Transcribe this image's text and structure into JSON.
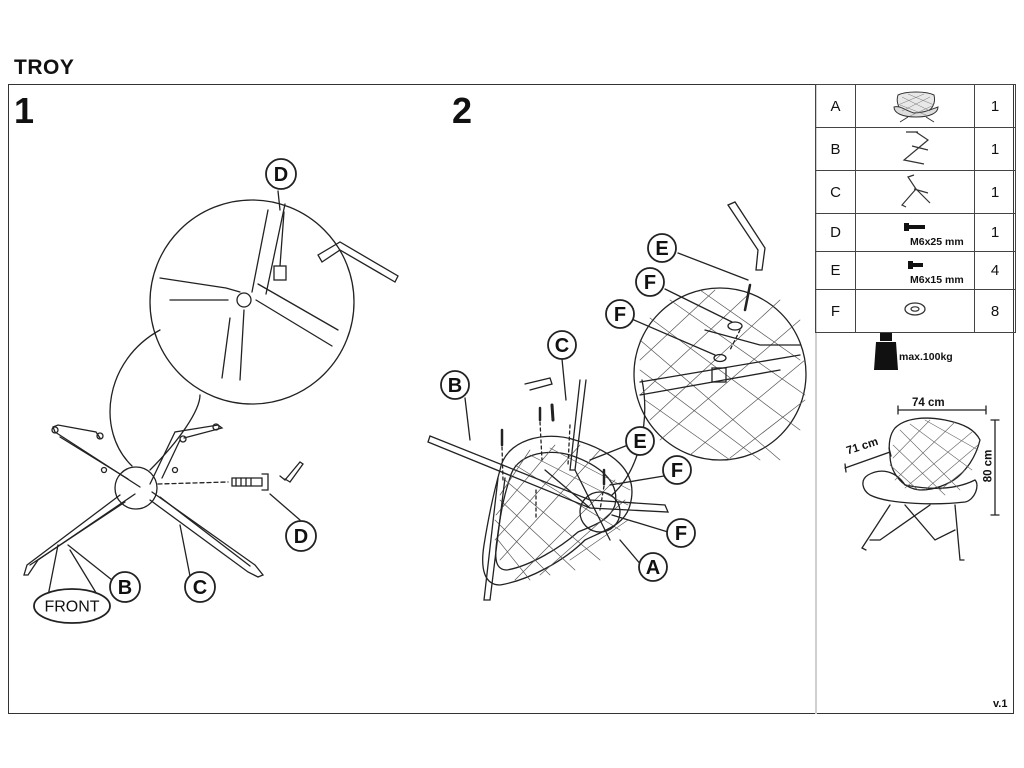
{
  "title": "TROY",
  "steps": {
    "one": "1",
    "two": "2"
  },
  "callouts": {
    "step1": {
      "d_top": "D",
      "d_bottom": "D",
      "b": "B",
      "c": "C",
      "front": "FRONT"
    },
    "step2": {
      "e_top": "E",
      "f_top1": "F",
      "f_top2": "F",
      "b": "B",
      "c": "C",
      "e_mid": "E",
      "f_mid": "F",
      "f_low": "F",
      "a": "A"
    }
  },
  "parts": [
    {
      "letter": "A",
      "label": "",
      "icon": "chair-seat-icon",
      "qty": "1"
    },
    {
      "letter": "B",
      "label": "",
      "icon": "leg-frame-icon",
      "qty": "1"
    },
    {
      "letter": "C",
      "label": "",
      "icon": "leg-frame-icon",
      "qty": "1"
    },
    {
      "letter": "D",
      "label": "M6x25 mm",
      "icon": "bolt-icon",
      "qty": "1"
    },
    {
      "letter": "E",
      "label": "M6x15 mm",
      "icon": "bolt-icon",
      "qty": "4"
    },
    {
      "letter": "F",
      "label": "",
      "icon": "washer-icon",
      "qty": "8"
    }
  ],
  "weight": {
    "label": "max.100kg",
    "icon": "weight-icon"
  },
  "dimensions": {
    "width": "74 cm",
    "depth": "71 cm",
    "height": "80 cm"
  },
  "version": "v.1"
}
